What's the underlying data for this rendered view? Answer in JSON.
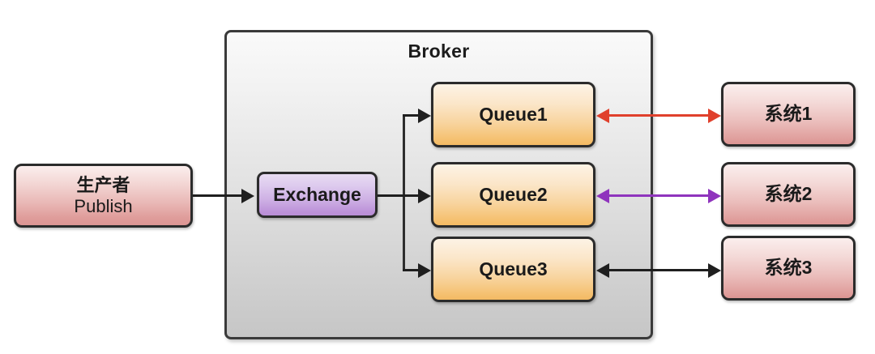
{
  "diagram": {
    "title": "",
    "background": "#ffffff"
  },
  "broker": {
    "label": "Broker",
    "fill_top": "#fafafa",
    "fill_bottom": "#c6c6c6",
    "border": "#3a3a3a"
  },
  "producer": {
    "line_cn": "生产者",
    "line_en": "Publish",
    "fill": "#dc9593",
    "border": "#2b2b2b"
  },
  "exchange": {
    "label": "Exchange",
    "fill": "#b98ed6",
    "border": "#2b2b2b"
  },
  "queues": [
    {
      "label": "Queue1",
      "fill": "#f3ba63"
    },
    {
      "label": "Queue2",
      "fill": "#f3ba63"
    },
    {
      "label": "Queue3",
      "fill": "#f3ba63"
    }
  ],
  "systems": [
    {
      "label": "系统1",
      "fill": "#dc9593"
    },
    {
      "label": "系统2",
      "fill": "#dc9593"
    },
    {
      "label": "系统3",
      "fill": "#dc9593"
    }
  ],
  "connections": [
    {
      "from": "producer",
      "to": "exchange",
      "color": "#2e2e2e",
      "direction": "one-way"
    },
    {
      "from": "exchange",
      "to": "Queue1",
      "color": "#2e2e2e",
      "direction": "one-way"
    },
    {
      "from": "exchange",
      "to": "Queue2",
      "color": "#2e2e2e",
      "direction": "one-way"
    },
    {
      "from": "exchange",
      "to": "Queue3",
      "color": "#2e2e2e",
      "direction": "one-way"
    },
    {
      "from": "Queue1",
      "to": "系统1",
      "color": "#e0402c",
      "direction": "two-way"
    },
    {
      "from": "Queue2",
      "to": "系统2",
      "color": "#8f34bd",
      "direction": "two-way"
    },
    {
      "from": "Queue3",
      "to": "系统3",
      "color": "#1f1f1f",
      "direction": "two-way"
    }
  ]
}
